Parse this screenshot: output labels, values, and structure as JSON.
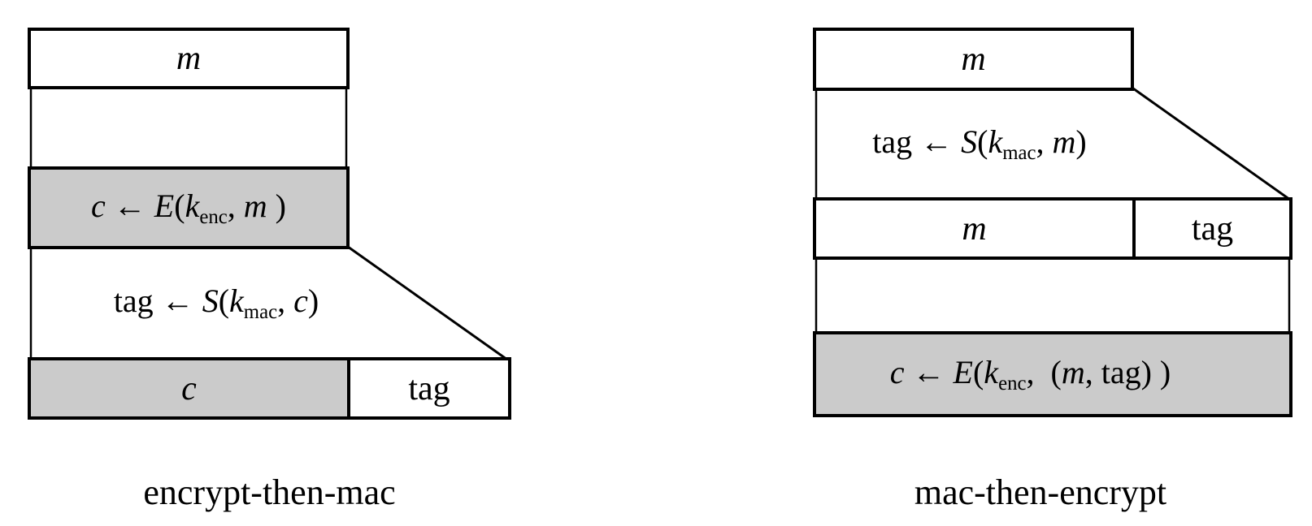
{
  "colors": {
    "line": "#000000",
    "text": "#000000",
    "gray_fill": "#cbcbcb",
    "background": "#ffffff"
  },
  "left_diagram": {
    "name_label": "encrypt-then-mac",
    "top_box_label": "m",
    "encrypt_formula": [
      {
        "t": "c",
        "s": "it"
      },
      {
        "t": " ← ",
        "s": "rm"
      },
      {
        "t": "E",
        "s": "it"
      },
      {
        "t": "(",
        "s": "rm"
      },
      {
        "t": "k",
        "s": "it"
      },
      {
        "t": "enc",
        "s": "sub"
      },
      {
        "t": ", ",
        "s": "rm"
      },
      {
        "t": "m",
        "s": "it"
      },
      {
        "t": " )",
        "s": "rm"
      }
    ],
    "tag_formula": [
      {
        "t": "tag ← ",
        "s": "rm"
      },
      {
        "t": "S",
        "s": "it"
      },
      {
        "t": "(",
        "s": "rm"
      },
      {
        "t": "k",
        "s": "it"
      },
      {
        "t": "mac",
        "s": "sub"
      },
      {
        "t": ", ",
        "s": "rm"
      },
      {
        "t": "c",
        "s": "it"
      },
      {
        "t": ")",
        "s": "rm"
      }
    ],
    "output_cipher_label": "c",
    "output_tag_label": "tag"
  },
  "right_diagram": {
    "name_label": "mac-then-encrypt",
    "top_box_label": "m",
    "tag_formula": [
      {
        "t": "tag ← ",
        "s": "rm"
      },
      {
        "t": "S",
        "s": "it"
      },
      {
        "t": "(",
        "s": "rm"
      },
      {
        "t": "k",
        "s": "it"
      },
      {
        "t": "mac",
        "s": "sub"
      },
      {
        "t": ", ",
        "s": "rm"
      },
      {
        "t": "m",
        "s": "it"
      },
      {
        "t": ")",
        "s": "rm"
      }
    ],
    "mid_row_message_label": "m",
    "mid_row_tag_label": "tag",
    "encrypt_formula": [
      {
        "t": "c",
        "s": "it"
      },
      {
        "t": " ← ",
        "s": "rm"
      },
      {
        "t": "E",
        "s": "it"
      },
      {
        "t": "(",
        "s": "rm"
      },
      {
        "t": "k",
        "s": "it"
      },
      {
        "t": "enc",
        "s": "sub"
      },
      {
        "t": ",  (",
        "s": "rm"
      },
      {
        "t": "m",
        "s": "it"
      },
      {
        "t": ", tag) )",
        "s": "rm"
      }
    ]
  }
}
